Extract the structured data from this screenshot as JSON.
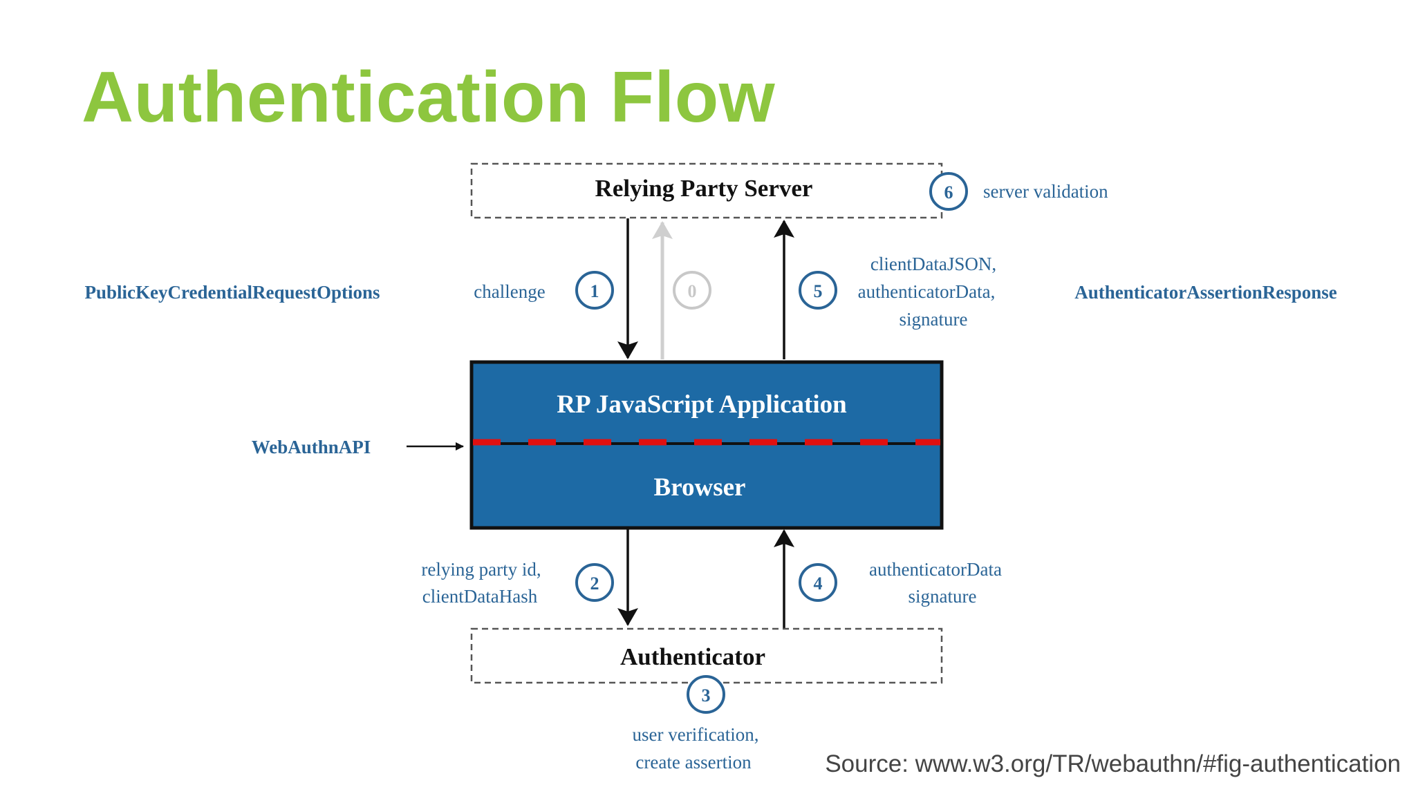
{
  "title": "Authentication Flow",
  "source": "Source: www.w3.org/TR/webauthn/#fig-authentication",
  "colors": {
    "title": "#8dc63f",
    "label_blue": "#2a6496",
    "browser_fill": "#1d6aa5",
    "separator_dash": "#e01010",
    "step_faded": "#c8c8c8",
    "arrow_faded": "#cfcfcf"
  },
  "boxes": {
    "server": "Relying Party Server",
    "app": "RP JavaScript Application",
    "browser": "Browser",
    "authenticator": "Authenticator"
  },
  "steps": {
    "s0": "0",
    "s1": "1",
    "s2": "2",
    "s3": "3",
    "s4": "4",
    "s5": "5",
    "s6": "6"
  },
  "labels": {
    "server_validation": "server validation",
    "challenge": "challenge",
    "client_data_json": "clientDataJSON,",
    "authenticator_data_comma": "authenticatorData,",
    "signature_top": "signature",
    "relying_party_id": "relying party id,",
    "client_data_hash": "clientDataHash",
    "authenticator_data": "authenticatorData",
    "signature_bottom": "signature",
    "user_verification": "user verification,",
    "create_assertion": "create assertion"
  },
  "api_labels": {
    "request_options": "PublicKeyCredentialRequestOptions",
    "assertion_response": "AuthenticatorAssertionResponse",
    "webauthn_api": "WebAuthnAPI"
  }
}
